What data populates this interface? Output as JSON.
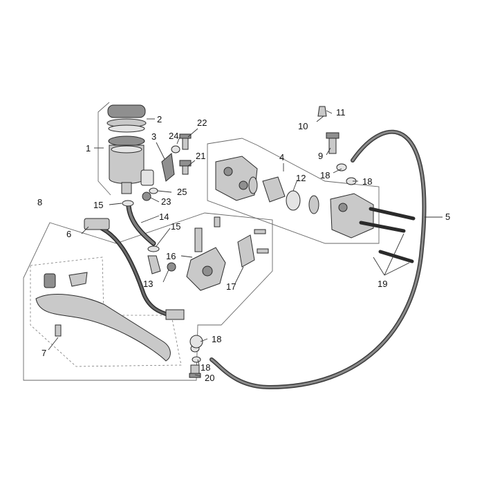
{
  "callouts": {
    "c1": "1",
    "c2": "2",
    "c3": "3",
    "c4": "4",
    "c5": "5",
    "c6": "6",
    "c7": "7",
    "c8": "8",
    "c9": "9",
    "c10": "10",
    "c11": "11",
    "c12": "12",
    "c13": "13",
    "c14": "14",
    "c15a": "15",
    "c15b": "15",
    "c16": "16",
    "c17": "17",
    "c18a": "18",
    "c18b": "18",
    "c18c": "18",
    "c18d": "18",
    "c19": "19",
    "c20": "20",
    "c21": "21",
    "c22": "22",
    "c23": "23",
    "c24": "24",
    "c25": "25"
  },
  "colors": {
    "line": "#2a2a2a",
    "part_fill": "#c9c9c9",
    "part_dark": "#8f8f8f",
    "hose": "#555555"
  }
}
